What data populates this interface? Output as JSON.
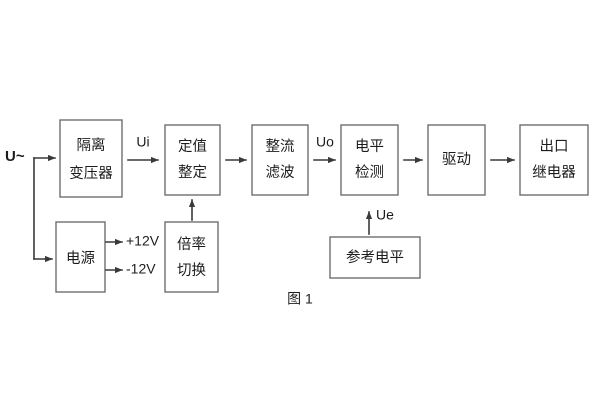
{
  "figure": {
    "caption": "图 1",
    "input_label": "U~",
    "background_color": "#ffffff",
    "box_stroke_color": "#6e6e6e",
    "wire_color": "#3a3a3a",
    "text_color": "#1d1d1d"
  },
  "blocks": {
    "isolation_transformer": {
      "line1": "隔离",
      "line2": "变压器"
    },
    "setting_value": {
      "line1": "定值",
      "line2": "整定"
    },
    "rectify_filter": {
      "line1": "整流",
      "line2": "滤波"
    },
    "level_detect": {
      "line1": "电平",
      "line2": "检测"
    },
    "drive": {
      "line1": "驱动",
      "line2": ""
    },
    "output_relay": {
      "line1": "出口",
      "line2": "继电器"
    },
    "power_supply": {
      "line1": "电源",
      "line2": ""
    },
    "multiplier_switch": {
      "line1": "倍率",
      "line2": "切换"
    },
    "reference_level": {
      "line1": "参考电平",
      "line2": ""
    }
  },
  "signals": {
    "ui": "Ui",
    "uo": "Uo",
    "ue": "Ue",
    "rail_positive": "+12V",
    "rail_negative": "-12V"
  }
}
